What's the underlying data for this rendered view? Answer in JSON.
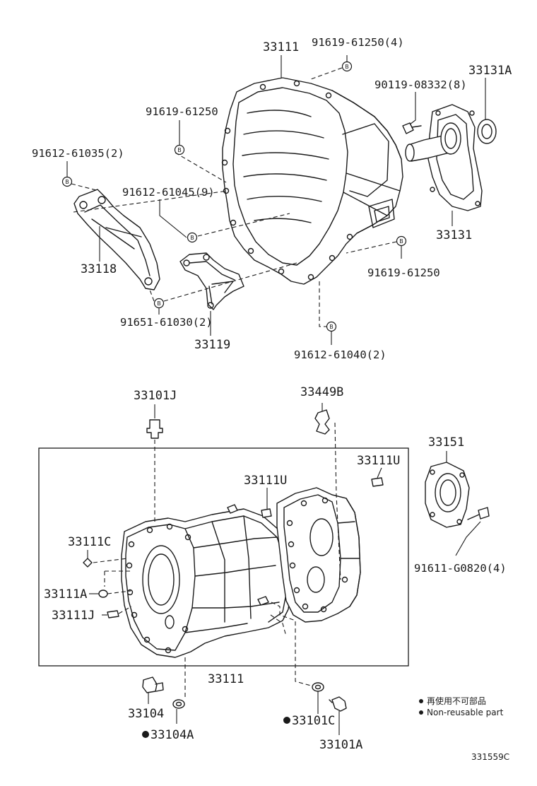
{
  "labels": {
    "l33111_top": "33111",
    "l91619_61250_4": "91619-61250(4)",
    "l33131A": "33131A",
    "l90119_08332_8": "90119-08332(8)",
    "l91619_61250_a": "91619-61250",
    "l91612_61035_2": "91612-61035(2)",
    "l91612_61045_9": "91612-61045(9)",
    "l33131": "33131",
    "l33118": "33118",
    "l91619_61250_b": "91619-61250",
    "l91651_61030_2": "91651-61030(2)",
    "l33119": "33119",
    "l91612_61040_2": "91612-61040(2)",
    "l33101J": "33101J",
    "l33449B": "33449B",
    "l33151": "33151",
    "l33111U_right": "33111U",
    "l33111U_mid": "33111U",
    "l33111C": "33111C",
    "l33111A": "33111A",
    "l33111J": "33111J",
    "l91611_G0820_4": "91611-G0820(4)",
    "l33111_bottom": "33111",
    "l33104": "33104",
    "l33104A": "33104A",
    "l33101C": "33101C",
    "l33101A": "33101A"
  },
  "bolt_mark": "B",
  "legend": {
    "jp": "再使用不可部品",
    "en": "Non-reusable part"
  },
  "figure_code": "331559C"
}
